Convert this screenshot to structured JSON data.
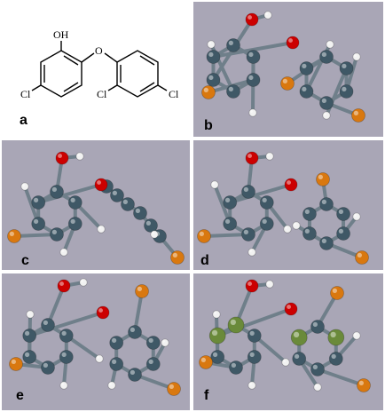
{
  "panels": [
    {
      "id": "a",
      "label": "a"
    },
    {
      "id": "b",
      "label": "b"
    },
    {
      "id": "c",
      "label": "c"
    },
    {
      "id": "d",
      "label": "d"
    },
    {
      "id": "e",
      "label": "e"
    },
    {
      "id": "f",
      "label": "f"
    }
  ],
  "structure": {
    "oh": "OH",
    "o": "O",
    "cl_1": "Cl",
    "cl_2": "Cl",
    "cl_3": "Cl"
  },
  "colors": {
    "panel_bg": "#a9a6b6",
    "carbon": "#3f5866",
    "oxygen": "#cc0000",
    "hydrogen": "#f2f2f2",
    "chlorine": "#d9780f",
    "highlight": "#6a8a3a"
  }
}
